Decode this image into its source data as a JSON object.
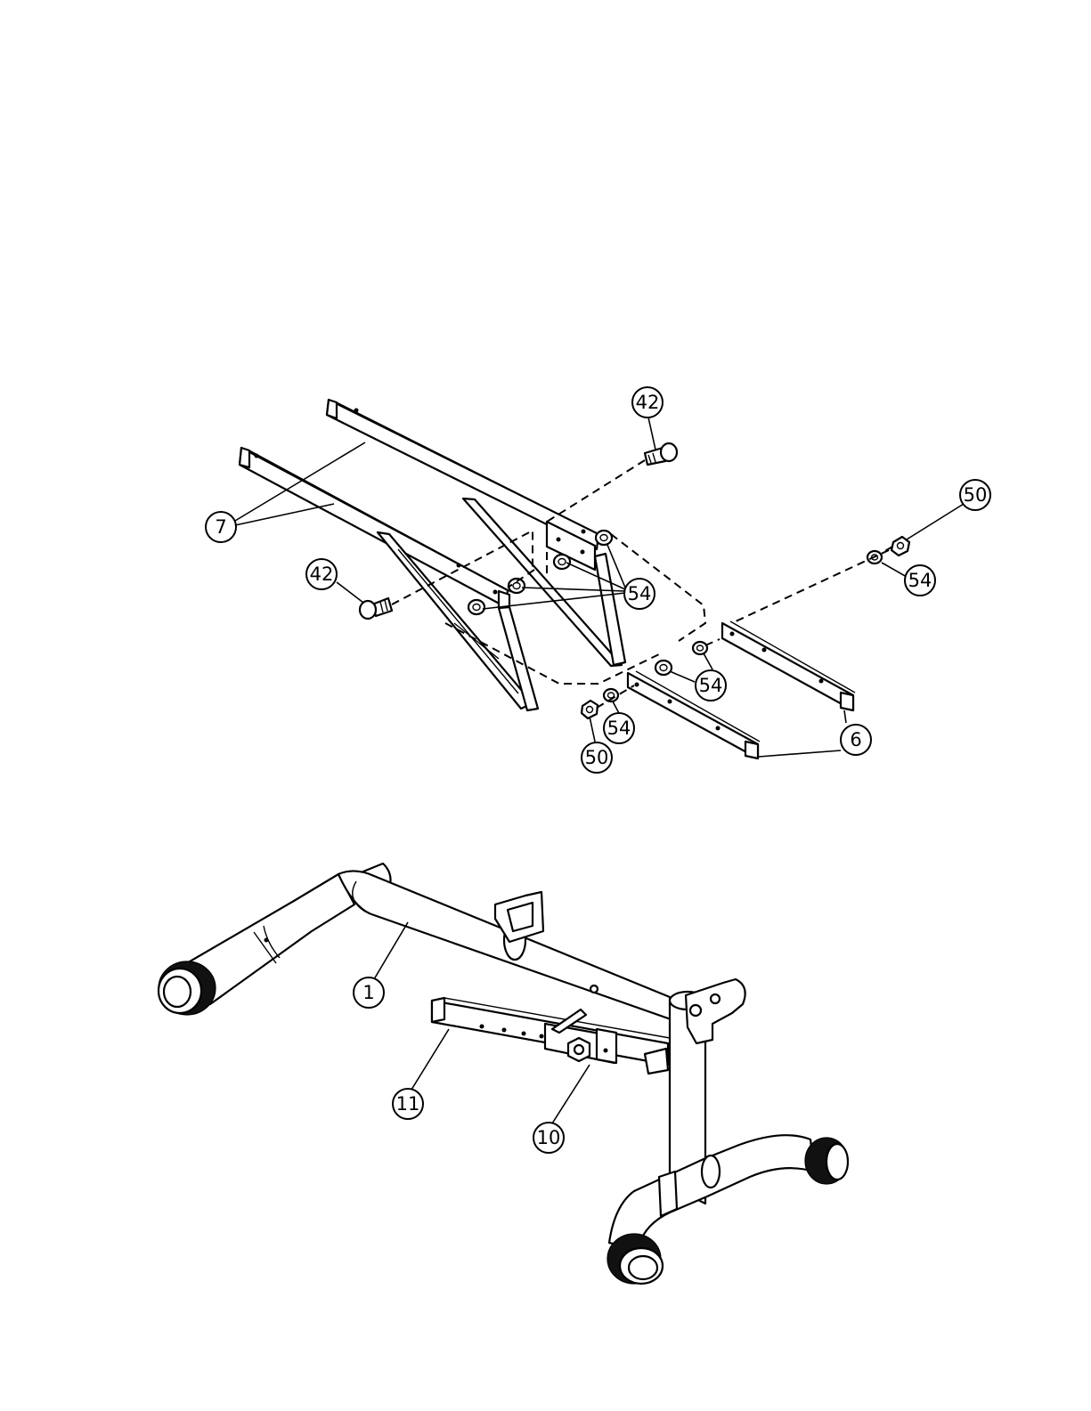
{
  "diagram": {
    "callouts": {
      "c42a": "42",
      "c42b": "42",
      "c50a": "50",
      "c50b": "50",
      "c7": "7",
      "c54a": "54",
      "c54b": "54",
      "c54c": "54",
      "c54d": "54",
      "c6": "6",
      "c1": "1",
      "c11": "11",
      "c10": "10"
    }
  }
}
